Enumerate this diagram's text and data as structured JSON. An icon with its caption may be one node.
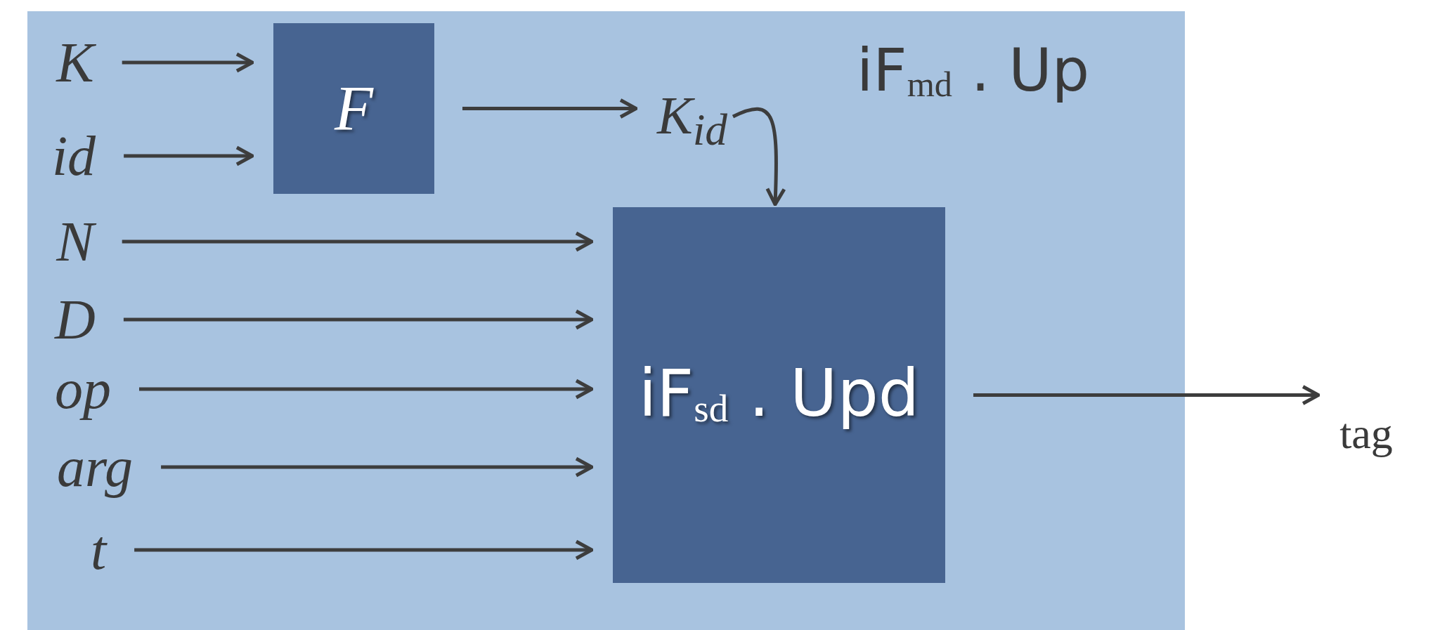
{
  "diagram": {
    "nodes": [
      {
        "text": [
          "iF$_{md}$ . Up"
        ]
      },
      {
        "text": [
          "K"
        ],
        "in": 0
      },
      {
        "text": [
          "id"
        ],
        "in": 0
      },
      {
        "text": [
          "F"
        ],
        "in": 0
      },
      {
        "text": [
          "K$_{id}$"
        ],
        "in": 0
      },
      {
        "text": [
          "N"
        ],
        "in": 0
      },
      {
        "text": [
          "D"
        ],
        "in": 0
      },
      {
        "text": [
          "op"
        ],
        "in": 0
      },
      {
        "text": [
          "arg"
        ],
        "in": 0
      },
      {
        "text": [
          "t"
        ],
        "in": 0
      },
      {
        "text": [
          "iF$_{sd}$ . Upd"
        ],
        "in": 0
      },
      {
        "text": [
          "tag"
        ]
      }
    ],
    "edges": [
      {
        "from": 1,
        "to": 3,
        "arrow": "to"
      },
      {
        "from": 2,
        "to": 3,
        "arrow": "to"
      },
      {
        "from": 3,
        "to": 4,
        "arrow": "to"
      },
      {
        "from": 4,
        "to": 10,
        "arrow": "to"
      },
      {
        "from": 5,
        "to": 10,
        "arrow": "to"
      },
      {
        "from": 6,
        "to": 10,
        "arrow": "to"
      },
      {
        "from": 7,
        "to": 10,
        "arrow": "to"
      },
      {
        "from": 8,
        "to": 10,
        "arrow": "to"
      },
      {
        "from": 9,
        "to": 10,
        "arrow": "to"
      },
      {
        "from": 10,
        "to": 11,
        "arrow": "to"
      }
    ]
  }
}
